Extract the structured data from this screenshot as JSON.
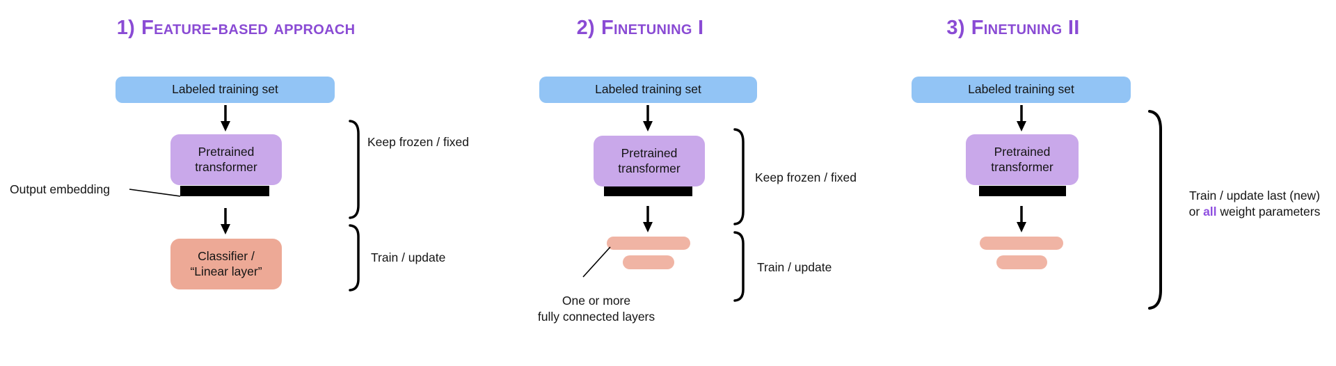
{
  "figure": {
    "description_colors": {
      "title_purple": "#8A4BD4",
      "accent_purple": "#8F4FE0",
      "labeled_box_blue": "#92C4F5",
      "pretrained_box_purple": "#C9A8EA",
      "classifier_box_salmon": "#EDA996",
      "layer_pill_salmon": "#F0B4A4",
      "embedding_bar_black": "#000000",
      "text_dark": "#141414"
    }
  },
  "columns": [
    {
      "title_number": "1)",
      "title_name": "Feature-based approach",
      "labeled_box": "Labeled training set",
      "pretrained_line1": "Pretrained",
      "pretrained_line2": "transformer",
      "output_embedding_label": "Output embedding",
      "classifier_line1": "Classifier /",
      "classifier_line2": "“Linear layer”",
      "frozen_label": "Keep frozen / fixed",
      "train_label": "Train / update"
    },
    {
      "title_number": "2)",
      "title_name": "Finetuning I",
      "labeled_box": "Labeled training set",
      "pretrained_line1": "Pretrained",
      "pretrained_line2": "transformer",
      "annotation_line1": "One or more",
      "annotation_line2": "fully connected layers",
      "frozen_label": "Keep frozen / fixed",
      "train_label": "Train / update"
    },
    {
      "title_number": "3)",
      "title_name": "Finetuning II",
      "labeled_box": "Labeled training set",
      "pretrained_line1": "Pretrained",
      "pretrained_line2": "transformer",
      "train_note_line1": "Train / update last (new)",
      "train_note_line2_prefix": "or ",
      "train_note_emphasis": "all",
      "train_note_line2_suffix": " weight parameters"
    }
  ]
}
